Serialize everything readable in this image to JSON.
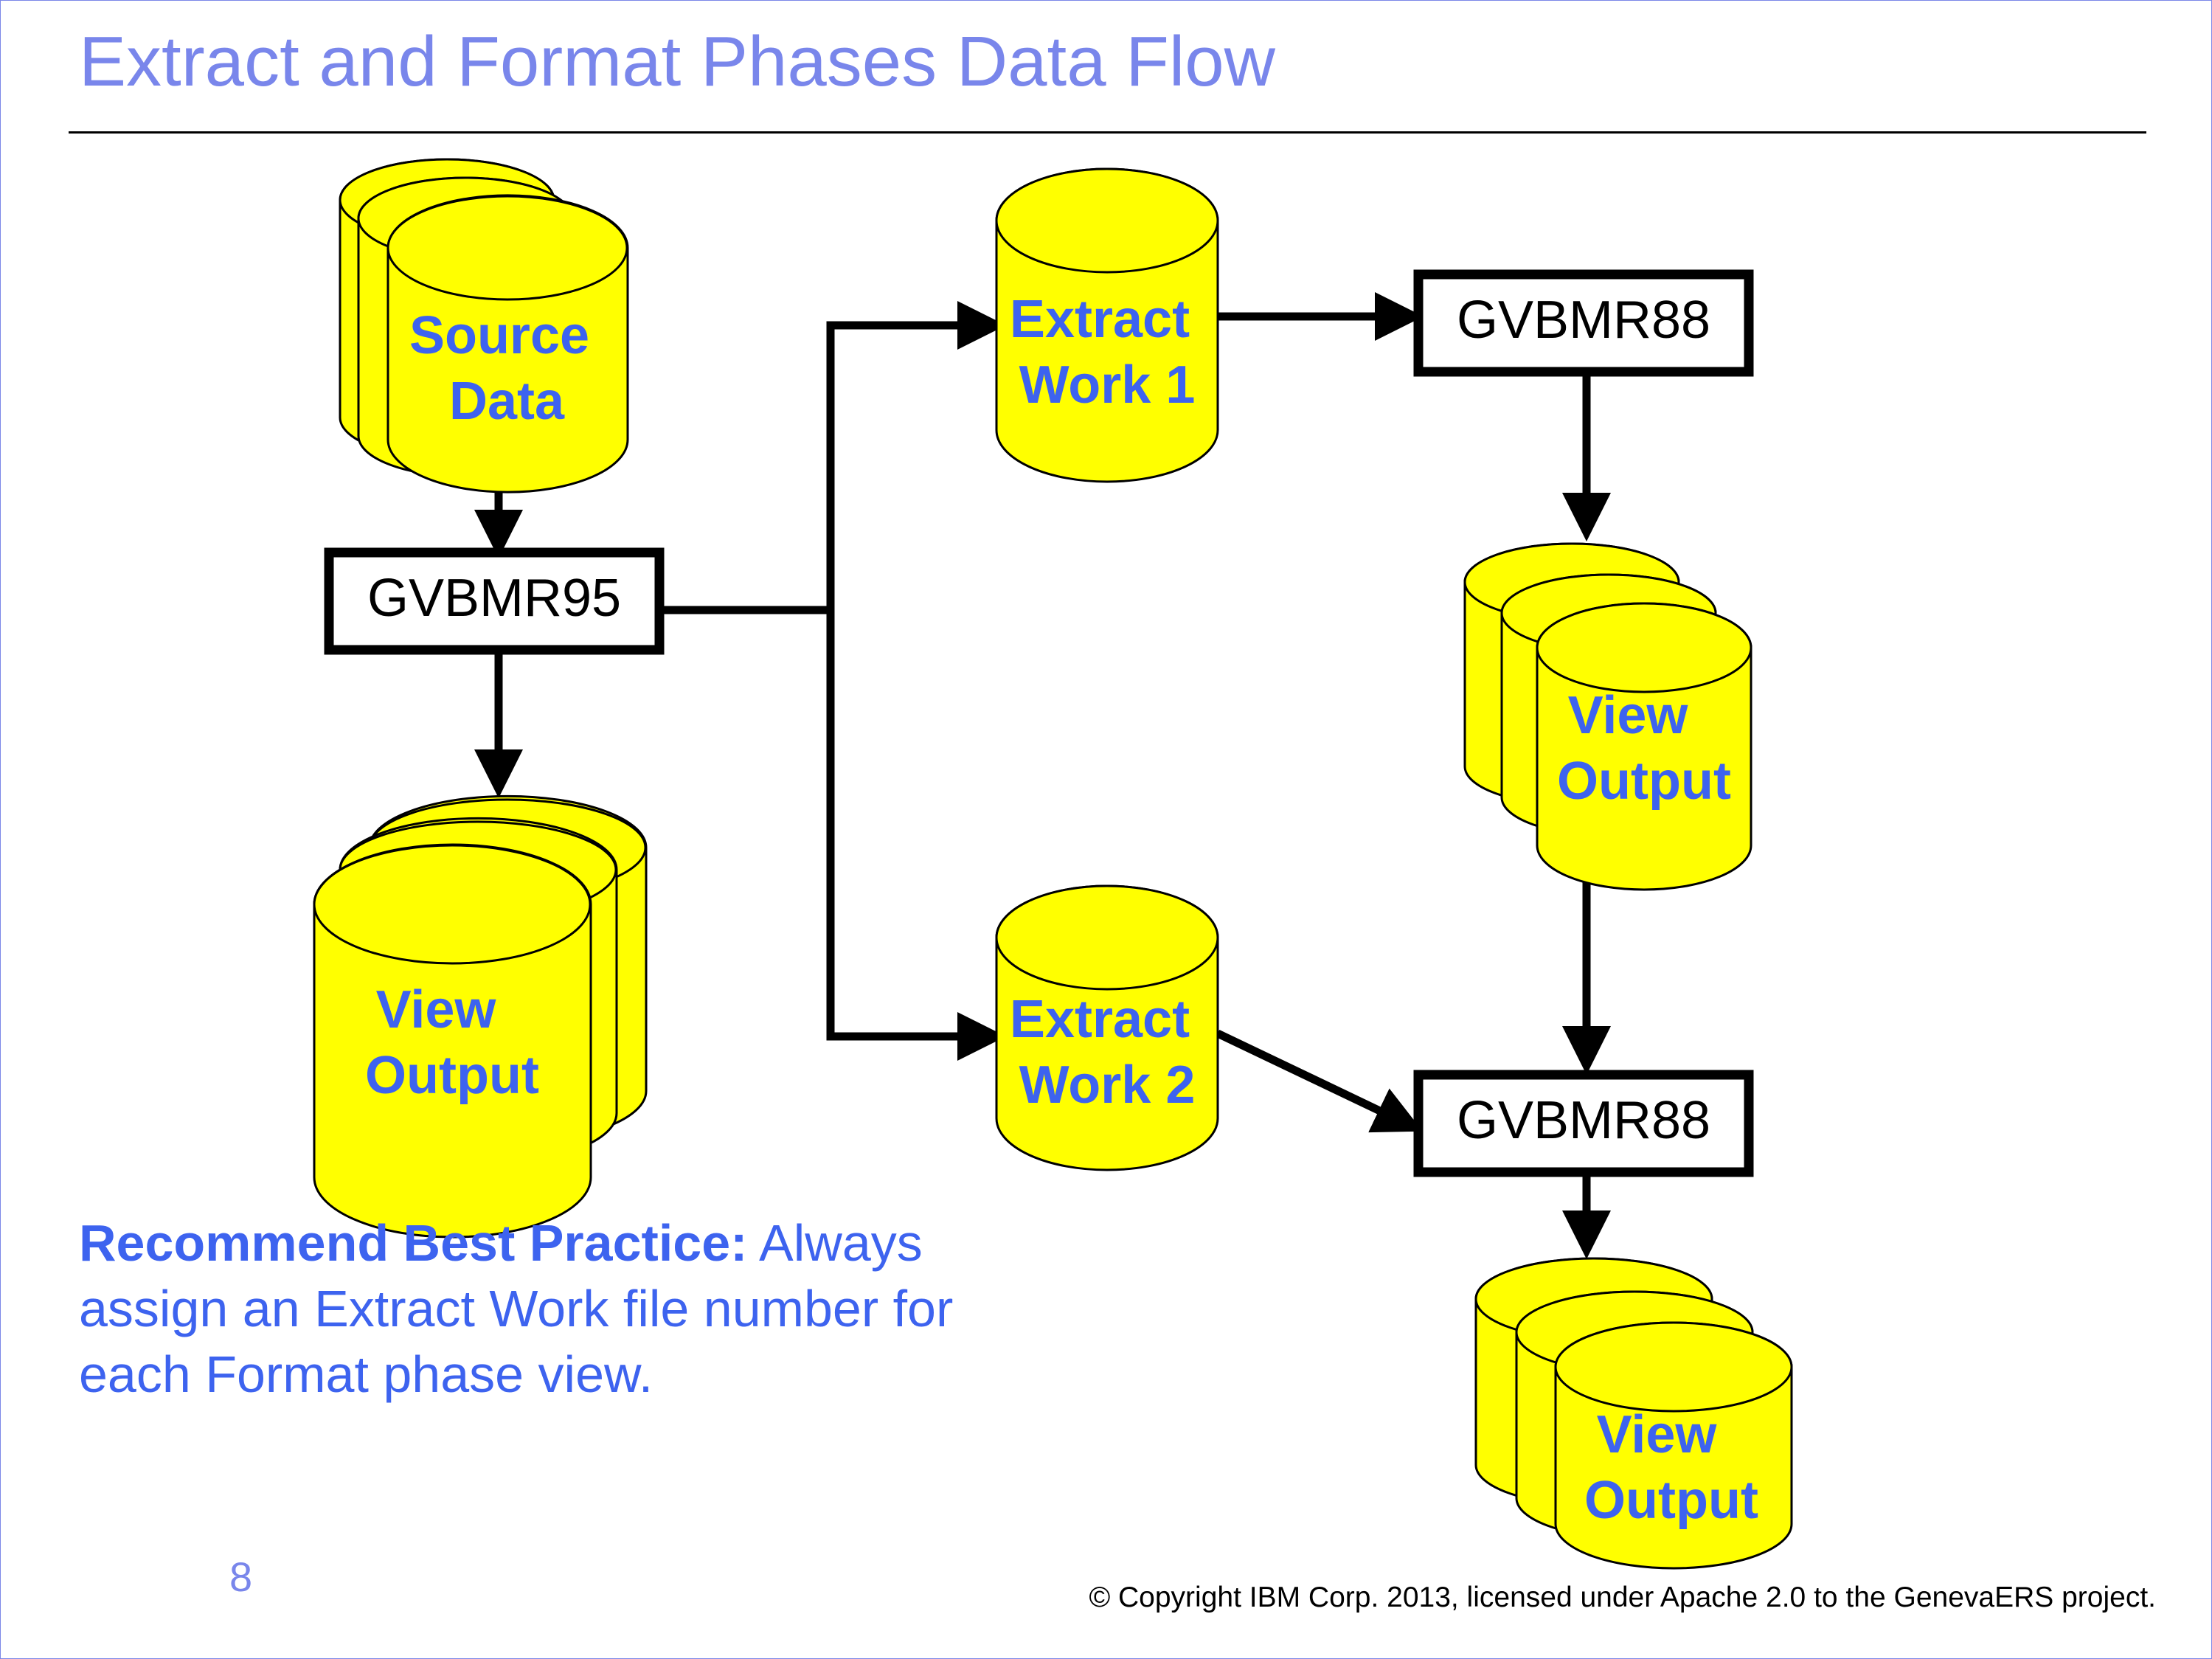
{
  "slide": {
    "title": "Extract and Format Phases Data Flow",
    "page_number": "8",
    "copyright": "© Copyright IBM Corp. 2013, licensed under Apache 2.0 to the GenevaERS project."
  },
  "diagram": {
    "datastores": {
      "source_data": [
        "Source",
        "Data"
      ],
      "view_output_left": [
        "View",
        "Output"
      ],
      "extract_work_1": [
        "Extract",
        "Work 1"
      ],
      "extract_work_2": [
        "Extract",
        "Work 2"
      ],
      "view_output_right_top": [
        "View",
        "Output"
      ],
      "view_output_right_bottom": [
        "View",
        "Output"
      ]
    },
    "programs": {
      "gvbmr95": "GVBMR95",
      "gvbmr88_top": "GVBMR88",
      "gvbmr88_bottom": "GVBMR88"
    },
    "colors": {
      "cylinder_fill": "#ffff00",
      "cylinder_label": "#3d63ef",
      "title": "#7986eb",
      "connector": "#000000"
    }
  },
  "note": {
    "lead": "Recommend Best Practice:",
    "text": " Always assign an Extract Work file number for each Format phase view."
  }
}
